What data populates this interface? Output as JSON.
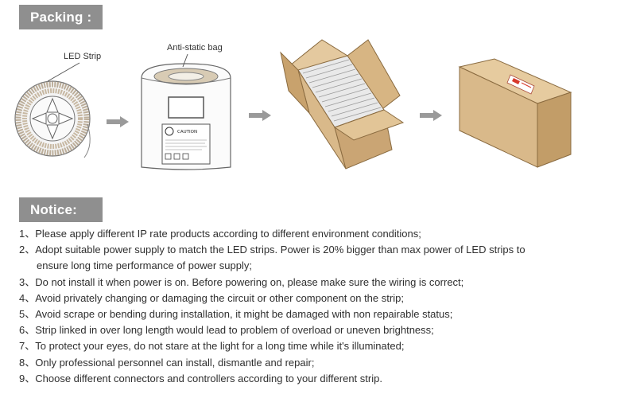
{
  "packing": {
    "heading": "Packing :",
    "labels": {
      "led_strip": "LED Strip",
      "bag": "Anti-static bag"
    },
    "bag_label_text": "CAUTION"
  },
  "notice": {
    "heading": "Notice:",
    "items": [
      {
        "num": "1、",
        "text": "Please apply different IP rate products according to different environment conditions;"
      },
      {
        "num": "2、",
        "text": "Adopt suitable power supply to match the LED strips. Power is 20% bigger than max power of LED strips to",
        "cont": "ensure  long time performance of power supply;"
      },
      {
        "num": "3、",
        "text": "Do not install it when power is on. Before powering on, please make sure the wiring is correct;"
      },
      {
        "num": "4、",
        "text": "Avoid privately  changing or damaging the circuit or other component on the strip;"
      },
      {
        "num": "5、",
        "text": "Avoid scrape or bending during installation, it might be damaged with non repairable status;"
      },
      {
        "num": "6、",
        "text": "Strip linked in over long length would lead to problem of overload or uneven brightness;"
      },
      {
        "num": "7、",
        "text": "To protect your eyes, do not stare at the light for a long time while it's illuminated;"
      },
      {
        "num": "8、",
        "text": "Only professional personnel can install, dismantle and repair;"
      },
      {
        "num": "9、",
        "text": "Choose different connectors and controllers according to your different strip."
      }
    ]
  },
  "colors": {
    "tag_bg": "#8f8f8f",
    "box": "#d9b98a",
    "box_dark": "#b8925d",
    "arrow": "#9a9a9a"
  }
}
